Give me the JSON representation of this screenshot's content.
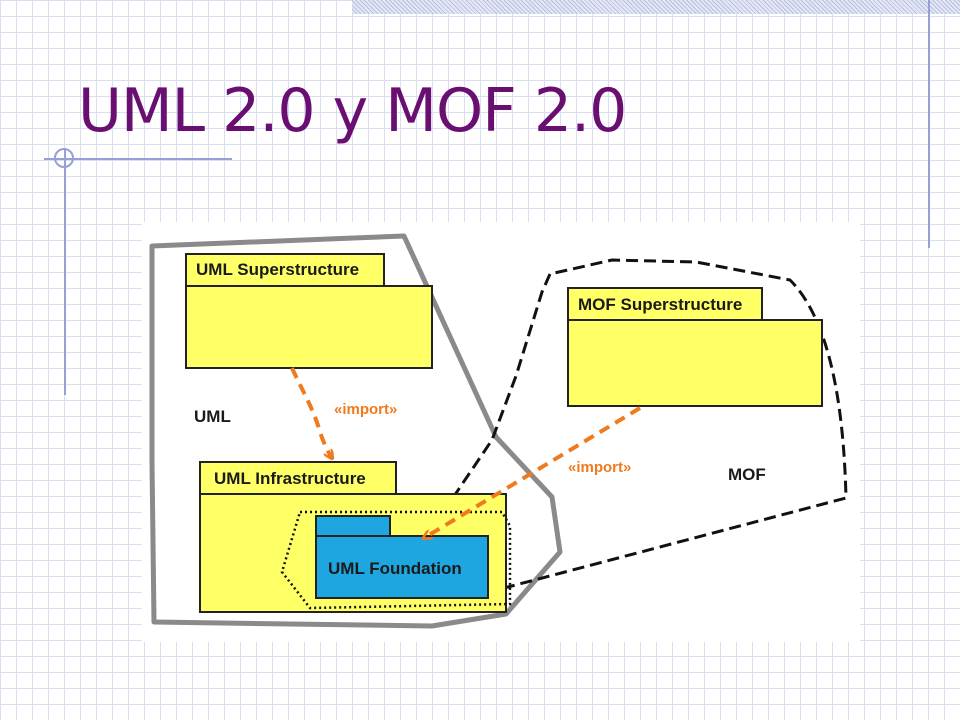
{
  "slide": {
    "title": "UML 2.0 y MOF 2.0"
  },
  "diagram": {
    "packages": {
      "uml_superstructure": "UML Superstructure",
      "uml_infrastructure": "UML Infrastructure",
      "uml_foundation": "UML Foundation",
      "mof_superstructure": "MOF Superstructure"
    },
    "regions": {
      "uml": "UML",
      "mof": "MOF"
    },
    "relationships": [
      {
        "label": "«import»",
        "from": "UML Superstructure",
        "to": "UML Infrastructure"
      },
      {
        "label": "«import»",
        "from": "MOF Superstructure",
        "to": "UML Foundation"
      }
    ]
  },
  "colors": {
    "title": "#6a0f72",
    "package_fill": "#ffff66",
    "foundation_fill": "#1ea6e0",
    "import_arrow": "#f07a1e",
    "grid": "#d9dff0",
    "accent_lines": "#97a0d6"
  }
}
